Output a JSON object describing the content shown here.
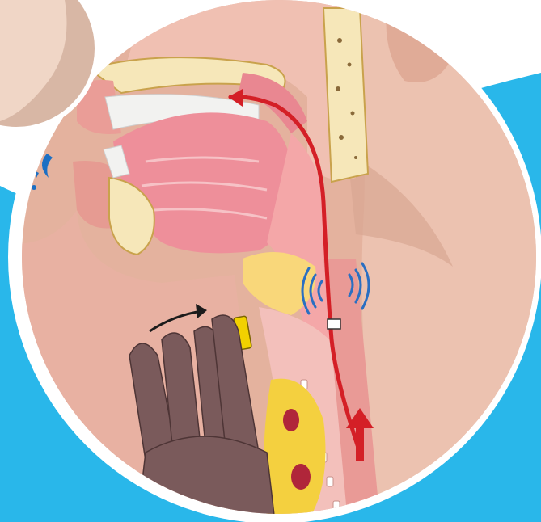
{
  "illustration": {
    "kind": "medical-anatomy-cross-section",
    "subject": "head-and-neck-sagittal-view",
    "airflow_direction": "up-through-throat-and-out-of-mouth",
    "device": "throat-valve"
  },
  "colors": {
    "background_blue": "#29b7ea",
    "circle_white": "#ffffff",
    "skin": "#e8b9a6",
    "skin_shadow": "#c99483",
    "tissue_pink": "#f2a8a9",
    "tongue": "#ee8f9a",
    "bone": "#f6e7b9",
    "airflow_arrow": "#d41f26",
    "sound_waves": "#2a6fc2",
    "hand": "#7a5a5b",
    "hand_arrow": "#1b1b1b",
    "speech_marks": "#1c6fc3",
    "device_yellow": "#f2d100"
  },
  "icons": [
    "sound-waves-icon",
    "speech-marks-icon",
    "direction-arrow-icon"
  ]
}
